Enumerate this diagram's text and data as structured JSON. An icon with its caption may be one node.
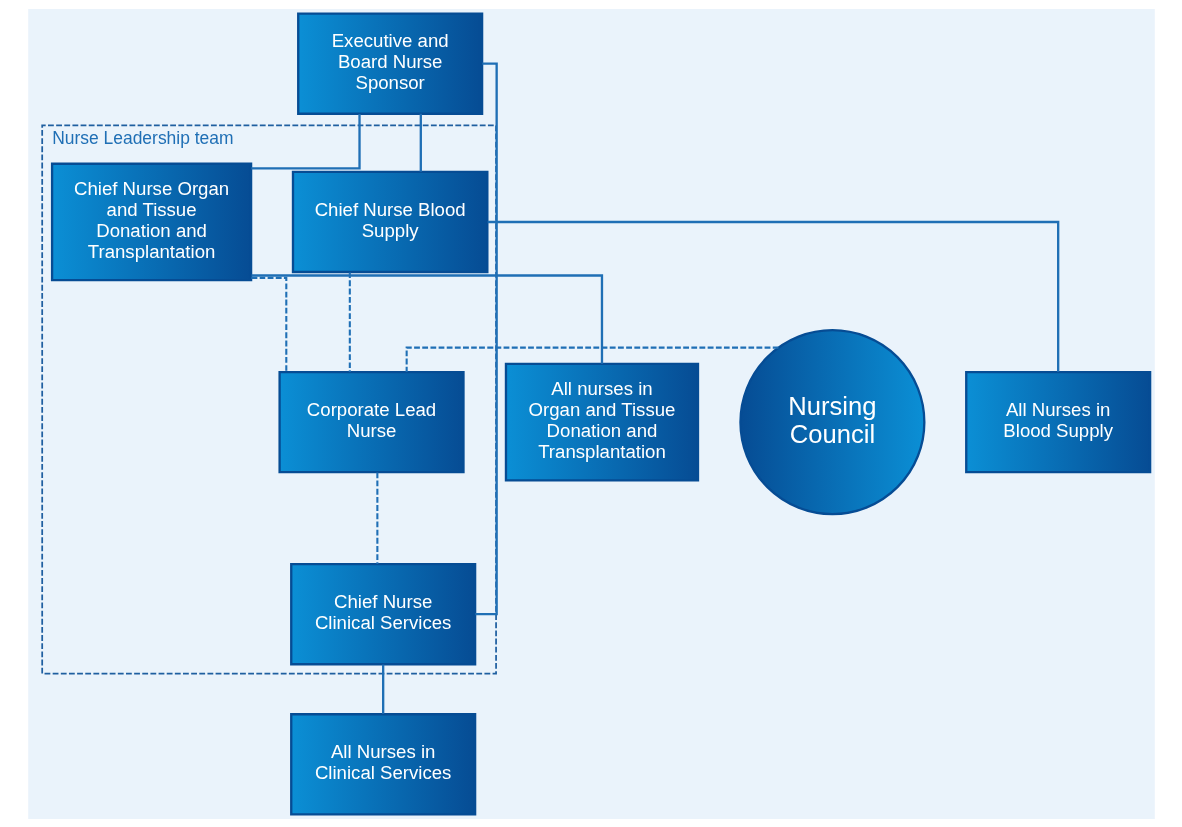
{
  "diagram": {
    "nodes": [
      {
        "text": [
          "Executive and Board Nurse Sponsor"
        ]
      },
      {
        "text": [
          "Nurse Leadership team"
        ]
      },
      {
        "text": [
          "Chief Nurse Organ and Tissue Donation and Transplantation"
        ],
        "in": 1
      },
      {
        "text": [
          "Chief Nurse Blood Supply"
        ],
        "in": 1
      },
      {
        "text": [
          "Chief Nurse Clinical Services"
        ],
        "in": 1
      },
      {
        "text": [
          "Corporate Lead Nurse"
        ],
        "in": 1
      },
      {
        "text": [
          "Nursing Council"
        ]
      },
      {
        "text": [
          "All nurses in Organ and Tissue Donation and Transplantation"
        ]
      },
      {
        "text": [
          "All Nurses in Blood Supply"
        ]
      },
      {
        "text": [
          "All Nurses in Clinical Services"
        ]
      }
    ],
    "edges": [
      {
        "from": 0,
        "to": 2,
        "arrow": "none"
      },
      {
        "from": 0,
        "to": 3,
        "arrow": "none"
      },
      {
        "from": 0,
        "to": 4,
        "arrow": "none"
      },
      {
        "from": 2,
        "to": 5,
        "arrow": "none",
        "style": "dashed"
      },
      {
        "from": 3,
        "to": 5,
        "arrow": "none",
        "style": "dashed"
      },
      {
        "from": 6,
        "to": 5,
        "arrow": "none",
        "style": "dashed"
      },
      {
        "from": 5,
        "to": 4,
        "arrow": "none",
        "style": "dashed"
      },
      {
        "from": 2,
        "to": 7,
        "arrow": "none"
      },
      {
        "from": 3,
        "to": 8,
        "arrow": "none"
      },
      {
        "from": 4,
        "to": 9,
        "arrow": "none"
      }
    ]
  }
}
